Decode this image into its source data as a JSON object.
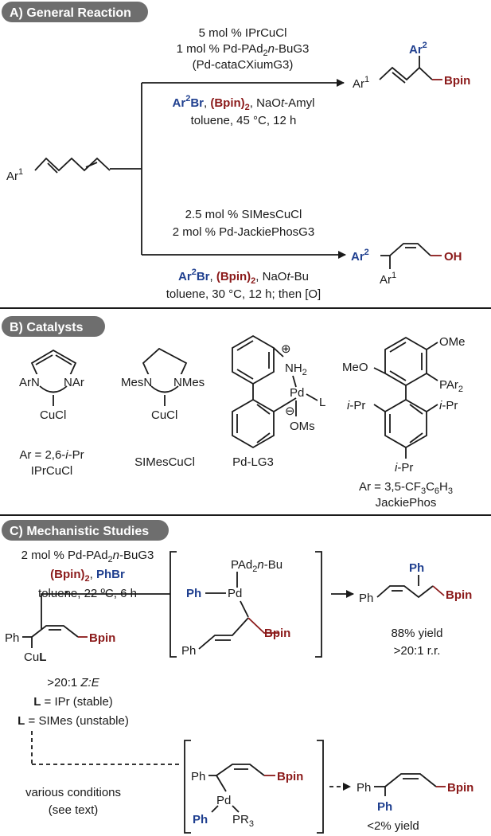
{
  "sections": {
    "a": "A) General Reaction",
    "b": "B) Catalysts",
    "c": "C) Mechanistic Studies"
  },
  "colors": {
    "blue": "#1f3f8f",
    "red": "#8b1a1a",
    "pill": "#6e6e6e"
  },
  "section_a": {
    "substrate": {
      "ar": "Ar",
      "sup": "1"
    },
    "top": {
      "cond1": "5 mol % IPrCuCl",
      "cond2_pre": "1 mol % Pd-PAd",
      "cond2_sub": "2",
      "cond2_it": "n",
      "cond2_post": "-BuG3",
      "cond3": "(Pd-cataCXiumG3)",
      "reagent_ar": "Ar",
      "reagent_sup": "2",
      "reagent_br": "Br",
      "comma": ", ",
      "bpin2": "(Bpin)",
      "bpin2_sub": "2",
      "base_pre": ", NaO",
      "base_it": "t",
      "base_post": "-Amyl",
      "solvent": "toluene, 45 °C, 12 h",
      "product_ar1": "Ar",
      "product_ar1_sup": "1",
      "product_ar2": "Ar",
      "product_ar2_sup": "2",
      "product_bpin": "Bpin"
    },
    "bottom": {
      "cond1": "2.5 mol % SIMesCuCl",
      "cond2": "2 mol % Pd-JackiePhosG3",
      "reagent_ar": "Ar",
      "reagent_sup": "2",
      "reagent_br": "Br",
      "comma": ", ",
      "bpin2": "(Bpin)",
      "bpin2_sub": "2",
      "base_pre": ", NaO",
      "base_it": "t",
      "base_post": "-Bu",
      "solvent": "toluene, 30 °C, 12 h; then [O]",
      "product_ar2": "Ar",
      "product_ar2_sup": "2",
      "product_ar1": "Ar",
      "product_ar1_sup": "1",
      "product_oh": "OH"
    }
  },
  "section_b": {
    "iprcucl": {
      "arn_l": "ArN",
      "arn_r": "NAr",
      "cucl": "CuCl",
      "ar_def": "Ar = 2,6-",
      "ar_def_it": "i",
      "ar_def_post": "-Pr",
      "name": "IPrCuCl"
    },
    "simes": {
      "mesn_l": "MesN",
      "mesn_r": "NMes",
      "cucl": "CuCl",
      "name": "SIMesCuCl"
    },
    "pdlg3": {
      "plus": "⊕",
      "nh": "NH",
      "nh_sub": "2",
      "pd": "Pd",
      "l": "L",
      "minus": "⊖",
      "oms": "OMs",
      "name": "Pd-LG3"
    },
    "jackie": {
      "ome_top": "OMe",
      "meo": "MeO",
      "par": "PAr",
      "par_sub": "2",
      "ipr_it": "i",
      "ipr_post": "-Pr",
      "ar_def": "Ar = 3,5-CF",
      "ar_def_s1": "3",
      "ar_def_mid": "C",
      "ar_def_s2": "6",
      "ar_def_h": "H",
      "ar_def_s3": "3",
      "name": "JackiePhos"
    }
  },
  "section_c": {
    "cond1_pre": "2 mol % Pd-PAd",
    "cond1_sub": "2",
    "cond1_it": "n",
    "cond1_post": "-BuG3",
    "bpin2": "(Bpin)",
    "bpin2_sub": "2",
    "comma": ", ",
    "phbr": "PhBr",
    "solvent": "toluene, 22 ºC, 6 h",
    "int1": {
      "pad": "PAd",
      "pad_sub": "2",
      "pad_it": "n",
      "pad_post": "-Bu",
      "pd": "Pd",
      "ph_blue": "Ph",
      "ph": "Ph",
      "bpin": "Bpin"
    },
    "product1": {
      "ph_top": "Ph",
      "ph": "Ph",
      "bpin": "Bpin",
      "yield": "88% yield",
      "rr": ">20:1 r.r."
    },
    "start": {
      "ph": "Ph",
      "cu": "Cu",
      "l": "L",
      "bpin": "Bpin",
      "ze_pre": ">20:1 ",
      "ze_it": "Z:E",
      "l1_b": "L",
      "l1_post": " = IPr (stable)",
      "l2_b": "L",
      "l2_post": " = SIMes (unstable)"
    },
    "various1": "various conditions",
    "various2": "(see text)",
    "int2": {
      "ph": "Ph",
      "pd": "Pd",
      "ph_blue": "Ph",
      "pr3": "PR",
      "pr3_sub": "3",
      "bpin": "Bpin"
    },
    "product2": {
      "ph": "Ph",
      "ph_blue": "Ph",
      "bpin": "Bpin",
      "yield": "<2% yield"
    }
  }
}
